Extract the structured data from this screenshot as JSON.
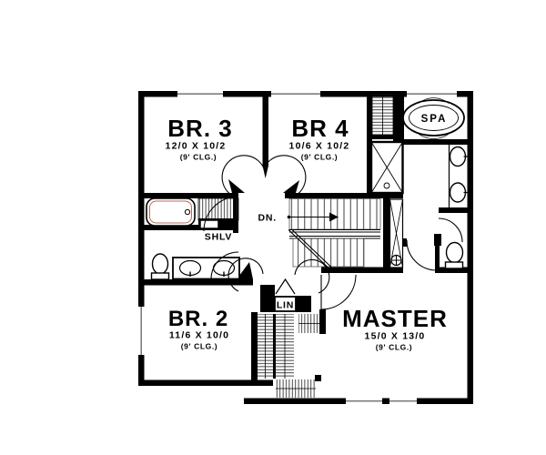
{
  "floor_plan": {
    "rooms": [
      {
        "id": "br3",
        "label": "BR. 3",
        "dimensions": "12/0 X 10/2",
        "ceiling": "(9' CLG.)"
      },
      {
        "id": "br4",
        "label": "BR 4",
        "dimensions": "10/6 X 10/2",
        "ceiling": "(9' CLG.)"
      },
      {
        "id": "br2",
        "label": "BR. 2",
        "dimensions": "11/6 X 10/0",
        "ceiling": "(9' CLG.)"
      },
      {
        "id": "master",
        "label": "MASTER",
        "dimensions": "15/0 X 13/0",
        "ceiling": "(9' CLG.)"
      }
    ],
    "annotations": {
      "spa_label": "SPA",
      "stairs_label": "DN.",
      "shelves_label": "SHLV",
      "linen_label": "LIN"
    },
    "colors": {
      "walls": "#000000",
      "windows": "#7d7d7d",
      "tub_accent": "#b06a5a",
      "background": "#ffffff"
    }
  }
}
